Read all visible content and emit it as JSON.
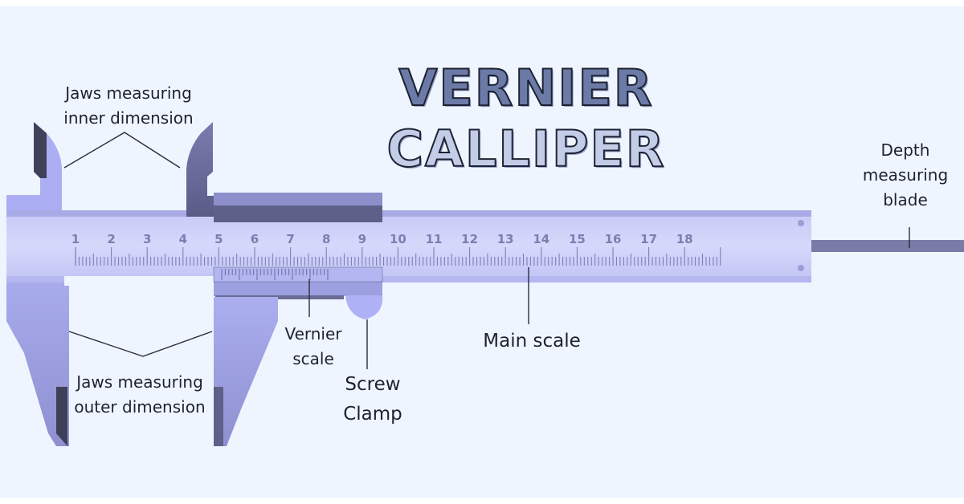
{
  "title": {
    "word1": "VERNIER",
    "word2": "CALLIPER"
  },
  "labels": {
    "inner_jaws": {
      "line1": "Jaws measuring",
      "line2": "inner dimension"
    },
    "outer_jaws": {
      "line1": "Jaws measuring",
      "line2": "outer dimension"
    },
    "depth_blade": {
      "line1": "Depth",
      "line2": "measuring",
      "line3": "blade"
    },
    "vernier_scale": {
      "line1": "Vernier",
      "line2": "scale"
    },
    "screw_clamp": {
      "line1": "Screw",
      "line2": "Clamp"
    },
    "main_scale": {
      "line1": "Main scale"
    }
  },
  "main_scale": {
    "numbers": [
      "1",
      "2",
      "3",
      "4",
      "5",
      "6",
      "7",
      "8",
      "9",
      "10",
      "11",
      "12",
      "13",
      "14",
      "15",
      "16",
      "17",
      "18"
    ]
  },
  "colors": {
    "background": "#eff5fe",
    "body_light": "#c9ccf8",
    "body_mid": "#a9acea",
    "body_dark": "#5d6088",
    "jaw_dark": "#3e4058",
    "text": "#1e2230",
    "scale_numbers": "#7a7fb0"
  }
}
